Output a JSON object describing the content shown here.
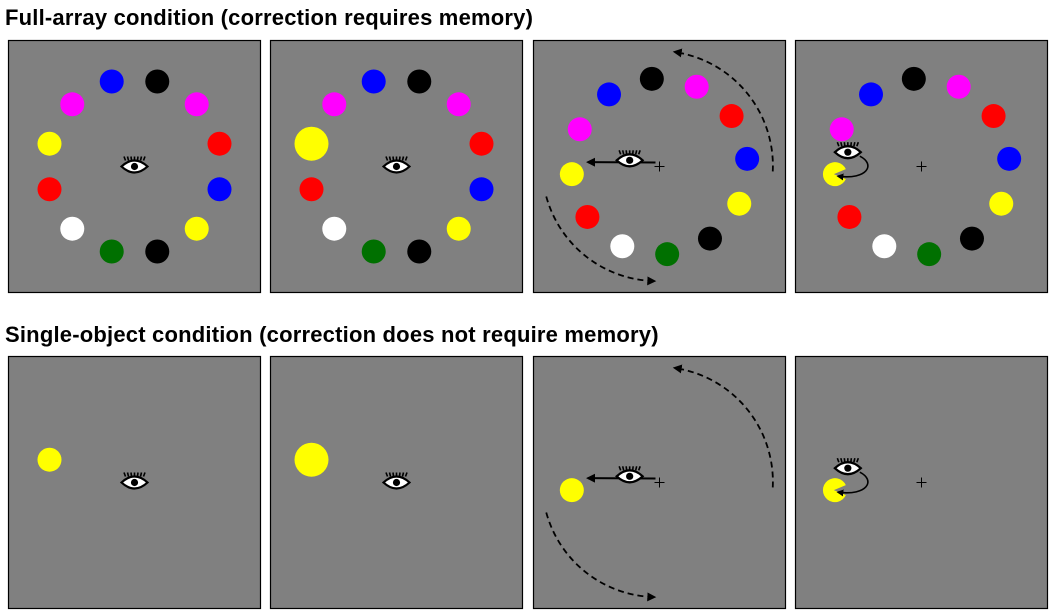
{
  "headings": {
    "full_array": "Full-array condition (correction requires memory)",
    "single_object": "Single-object condition (correction does not require memory)"
  },
  "colors": {
    "panel_bg": "#808080",
    "panel_border": "#000000",
    "yellow": "#ffff00",
    "magenta": "#ff00ff",
    "blue": "#0000ff",
    "black": "#000000",
    "red": "#ff0000",
    "white": "#ffffff",
    "green": "#007000"
  },
  "ring_colors_clockwise_from_top": [
    "blue",
    "black",
    "magenta",
    "red",
    "blue",
    "yellow",
    "black",
    "green",
    "white",
    "red",
    "yellow",
    "magenta"
  ],
  "rows": [
    {
      "condition": "full-array",
      "panels": [
        {
          "stage": "fixation",
          "ring": "full",
          "target_enlarged": false,
          "eye": "center",
          "cross": false,
          "saccade": false,
          "rotation": false,
          "correction": false
        },
        {
          "stage": "target-cue",
          "ring": "full",
          "target_enlarged": true,
          "eye": "center",
          "cross": false,
          "saccade": false,
          "rotation": false,
          "correction": false
        },
        {
          "stage": "saccade-during-rotation",
          "ring": "full-rotated",
          "target_enlarged": false,
          "eye": "moving",
          "cross": true,
          "saccade": true,
          "rotation": true,
          "correction": false
        },
        {
          "stage": "corrective-saccade",
          "ring": "full-rotated",
          "target_enlarged": false,
          "eye": "near-target",
          "cross": true,
          "saccade": false,
          "rotation": false,
          "correction": true
        }
      ]
    },
    {
      "condition": "single-object",
      "panels": [
        {
          "stage": "fixation",
          "ring": "single",
          "target_enlarged": false,
          "eye": "center",
          "cross": false,
          "saccade": false,
          "rotation": false,
          "correction": false
        },
        {
          "stage": "target-cue",
          "ring": "single",
          "target_enlarged": true,
          "eye": "center",
          "cross": false,
          "saccade": false,
          "rotation": false,
          "correction": false
        },
        {
          "stage": "saccade-during-rotation",
          "ring": "single-rotated",
          "target_enlarged": false,
          "eye": "moving",
          "cross": true,
          "saccade": true,
          "rotation": true,
          "correction": false
        },
        {
          "stage": "corrective-saccade",
          "ring": "single-rotated",
          "target_enlarged": false,
          "eye": "near-target",
          "cross": true,
          "saccade": false,
          "rotation": false,
          "correction": true
        }
      ]
    }
  ]
}
